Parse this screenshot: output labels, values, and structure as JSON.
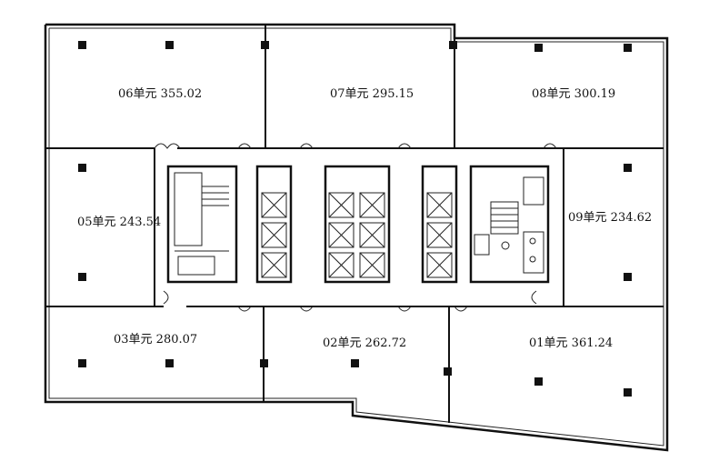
{
  "units": [
    {
      "id": "06",
      "label": "06单元 355.02"
    },
    {
      "id": "07",
      "label": "07单元 295.15"
    },
    {
      "id": "08",
      "label": "08单元 300.19"
    },
    {
      "id": "05",
      "label": "05单元 243.54"
    },
    {
      "id": "09",
      "label": "09单元 234.62"
    },
    {
      "id": "03",
      "label": "03单元 280.07"
    },
    {
      "id": "02",
      "label": "02单元 262.72"
    },
    {
      "id": "01",
      "label": "01单元 361.24"
    }
  ]
}
